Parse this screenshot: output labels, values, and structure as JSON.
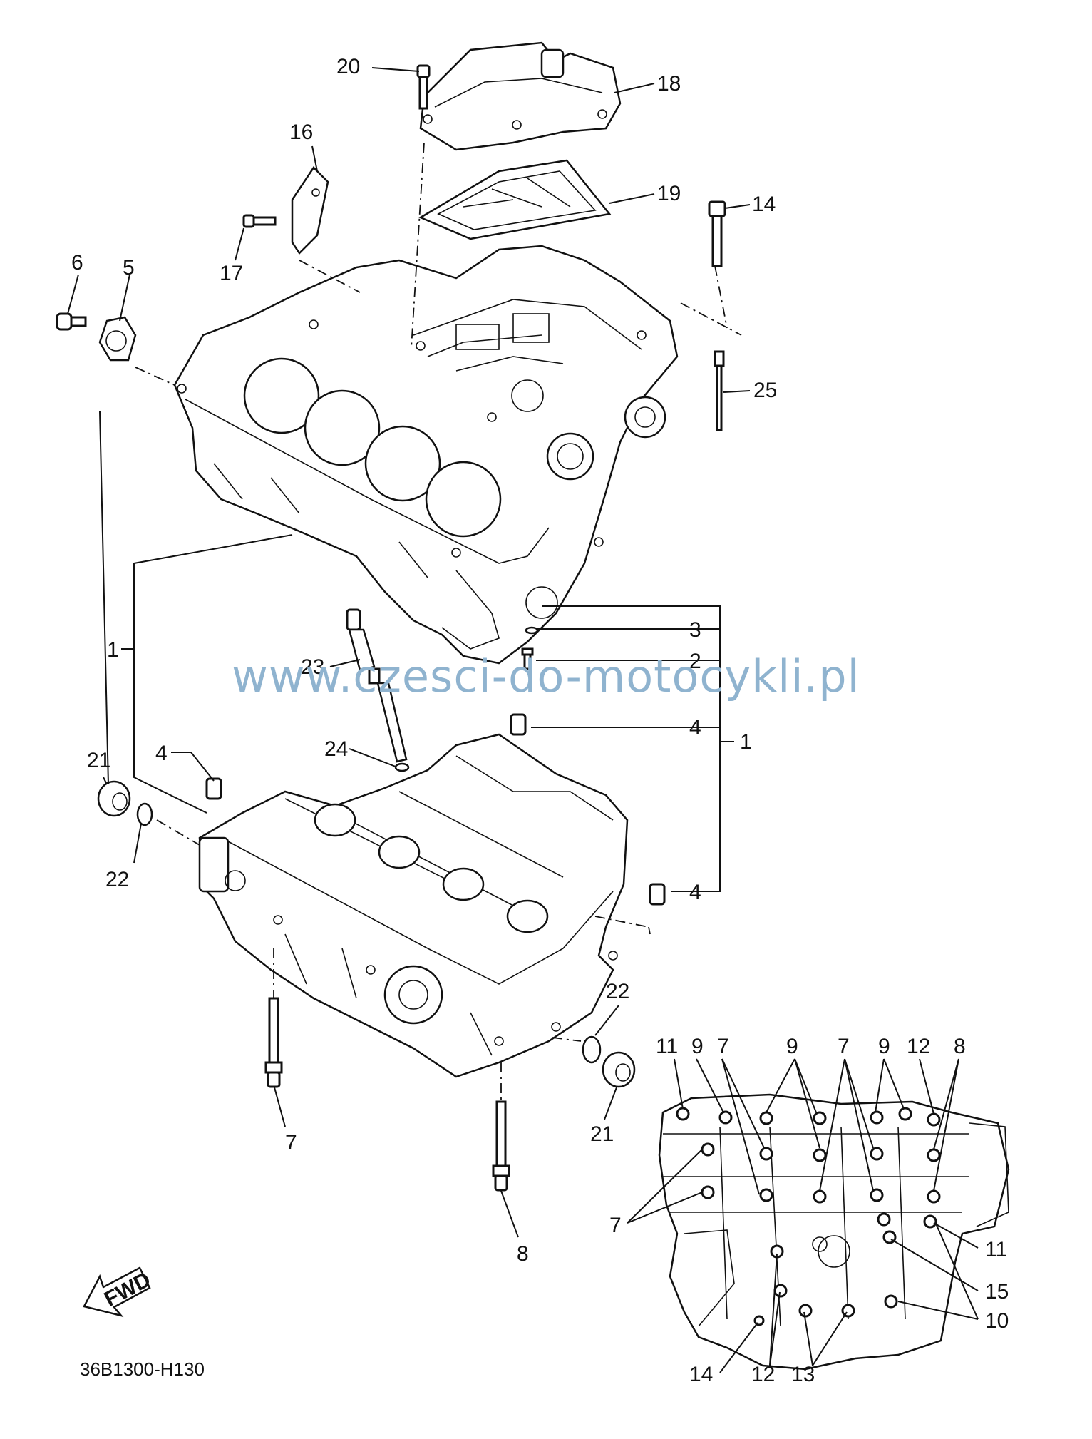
{
  "callouts": {
    "c20": "20",
    "c18": "18",
    "c16": "16",
    "c19": "19",
    "c14a": "14",
    "c17": "17",
    "c6": "6",
    "c5": "5",
    "c25": "25",
    "c3": "3",
    "c2": "2",
    "c1a": "1",
    "c23": "23",
    "c4a": "4",
    "c21a": "21",
    "c4b": "4",
    "c1b": "1",
    "c24": "24",
    "c22a": "22",
    "c4c": "4",
    "c22b": "22",
    "c21b": "21",
    "c7a": "7",
    "c8a": "8",
    "c11a": "11",
    "c9a": "9",
    "c7b": "7",
    "c9b": "9",
    "c7c": "7",
    "c9c": "9",
    "c12a": "12",
    "c8b": "8",
    "c7d": "7",
    "c11b": "11",
    "c15": "15",
    "c10": "10",
    "c14b": "14",
    "c12b": "12",
    "c13": "13"
  },
  "watermark": "www.czesci-do-motocykli.pl",
  "fwd_label": "FWD",
  "diagram_code": "36B1300-H130"
}
